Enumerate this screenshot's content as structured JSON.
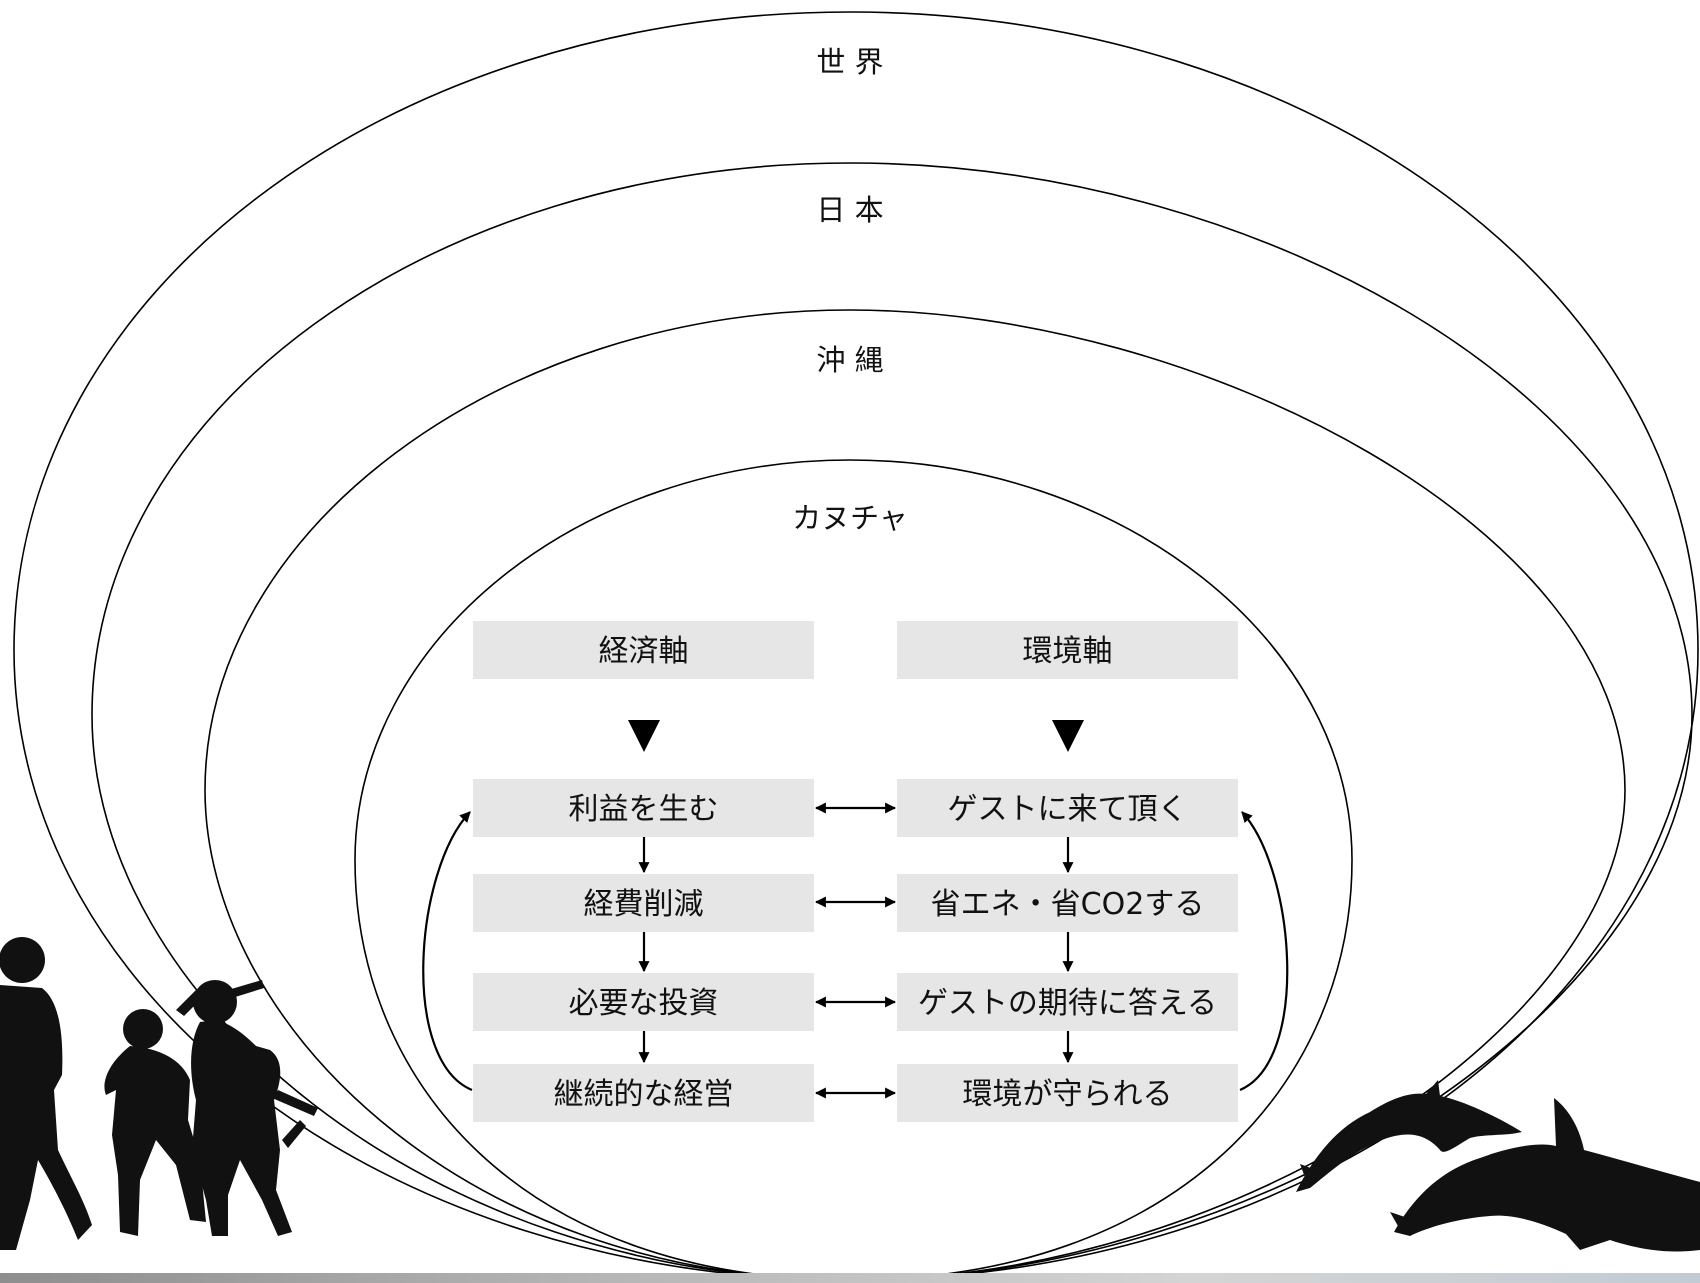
{
  "rings": {
    "world": "世 界",
    "japan": "日 本",
    "okinawa": "沖 縄",
    "kanucha": "カヌチャ"
  },
  "economy_axis": {
    "header": "経済軸",
    "steps": [
      "利益を生む",
      "経費削減",
      "必要な投資",
      "継続的な経営"
    ]
  },
  "environment_axis": {
    "header": "環境軸",
    "steps": [
      "ゲストに来て頂く",
      "省エネ・省CO2する",
      "ゲストの期待に答える",
      "環境が守られる"
    ]
  },
  "colors": {
    "box_fill": "#e6e6e6",
    "line": "#000000",
    "silhouette": "#111111"
  },
  "icons": {
    "people": "people-silhouette-icon",
    "dolphins": "dolphin-silhouette-icon"
  }
}
